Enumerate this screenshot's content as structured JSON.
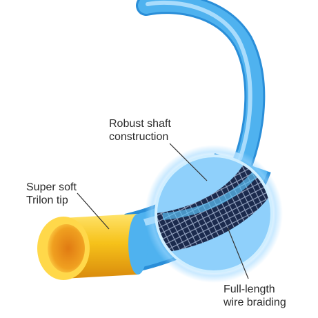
{
  "labels": {
    "shaft": [
      "Robust shaft",
      "construction"
    ],
    "tip": [
      "Super soft",
      "Trilon tip"
    ],
    "braiding": [
      "Full-length",
      "wire braiding"
    ]
  },
  "colors": {
    "background": "#ffffff",
    "shaft_blue": "#4fb2ef",
    "shaft_highlight": "#bfe6ff",
    "shaft_dark": "#2a8ed8",
    "tip_yellow": "#f6c21a",
    "tip_orange": "#e88a12",
    "braid_dark": "#1b2a4d",
    "leader_line": "#333333",
    "text": "#2a2a2a"
  }
}
